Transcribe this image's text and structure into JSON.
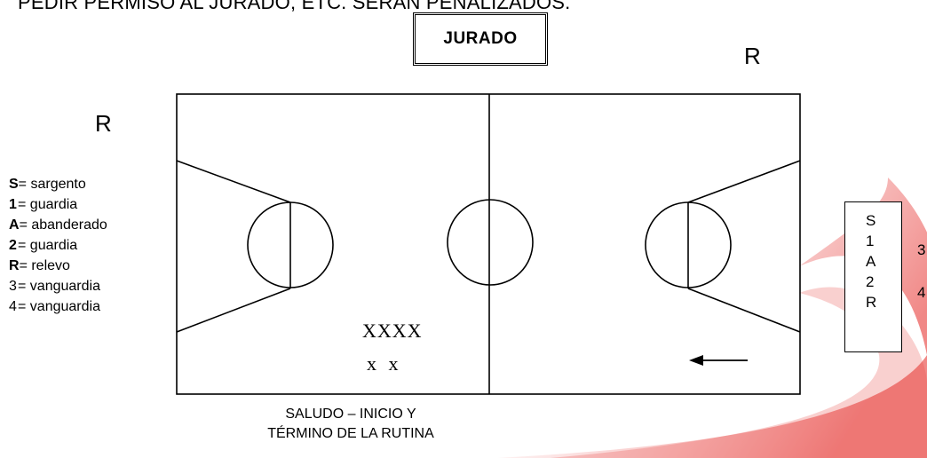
{
  "header": {
    "instruction": "PEDIR PERMISO AL JURADO, ETC. SERÁN PENALIZADOS.",
    "jury_label": "JURADO"
  },
  "court": {
    "relief_label_left": "R",
    "relief_label_right": "R",
    "formation_row_1": "XXXX",
    "formation_row_2": "x x",
    "caption_line_1": "SALUDO – INICIO Y",
    "caption_line_2": "TÉRMINO DE LA RUTINA"
  },
  "legend": [
    {
      "key": "S",
      "bold": true,
      "text": " = sargento"
    },
    {
      "key": "1",
      "bold": true,
      "text": " = guardia"
    },
    {
      "key": "A",
      "bold": true,
      "text": " = abanderado"
    },
    {
      "key": "2",
      "bold": true,
      "text": " = guardia"
    },
    {
      "key": "R",
      "bold": true,
      "text": " = relevo"
    },
    {
      "key": "3",
      "bold": false,
      "text": " = vanguardia"
    },
    {
      "key": "4",
      "bold": false,
      "text": " = vanguardia"
    }
  ],
  "queue": {
    "letters": [
      "S",
      "1",
      "A",
      "2",
      "R"
    ],
    "side_numbers": [
      "3",
      "4"
    ]
  },
  "colors": {
    "decor_red": "#e8423f",
    "decor_pink": "#f6b3b3"
  }
}
